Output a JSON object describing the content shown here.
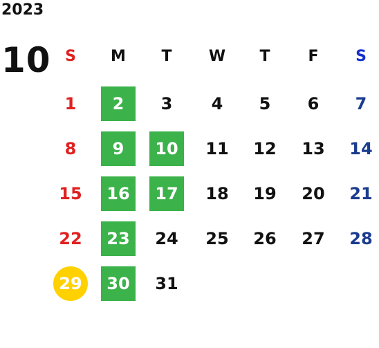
{
  "calendar": {
    "year": "2023",
    "month": "10",
    "weekdays": [
      "S",
      "M",
      "T",
      "W",
      "T",
      "F",
      "S"
    ],
    "colors": {
      "sunday": "#e02020",
      "saturday": "#1a3b8f",
      "highlight_green": "#3bb24a",
      "highlight_yellow": "#ffd100"
    },
    "days": [
      {
        "label": "1",
        "highlight": "none"
      },
      {
        "label": "2",
        "highlight": "green"
      },
      {
        "label": "3",
        "highlight": "none"
      },
      {
        "label": "4",
        "highlight": "none"
      },
      {
        "label": "5",
        "highlight": "none"
      },
      {
        "label": "6",
        "highlight": "none"
      },
      {
        "label": "7",
        "highlight": "none"
      },
      {
        "label": "8",
        "highlight": "none"
      },
      {
        "label": "9",
        "highlight": "green"
      },
      {
        "label": "10",
        "highlight": "green"
      },
      {
        "label": "11",
        "highlight": "none"
      },
      {
        "label": "12",
        "highlight": "none"
      },
      {
        "label": "13",
        "highlight": "none"
      },
      {
        "label": "14",
        "highlight": "none"
      },
      {
        "label": "15",
        "highlight": "none"
      },
      {
        "label": "16",
        "highlight": "green"
      },
      {
        "label": "17",
        "highlight": "green"
      },
      {
        "label": "18",
        "highlight": "none"
      },
      {
        "label": "19",
        "highlight": "none"
      },
      {
        "label": "20",
        "highlight": "none"
      },
      {
        "label": "21",
        "highlight": "none"
      },
      {
        "label": "22",
        "highlight": "none"
      },
      {
        "label": "23",
        "highlight": "green"
      },
      {
        "label": "24",
        "highlight": "none"
      },
      {
        "label": "25",
        "highlight": "none"
      },
      {
        "label": "26",
        "highlight": "none"
      },
      {
        "label": "27",
        "highlight": "none"
      },
      {
        "label": "28",
        "highlight": "none"
      },
      {
        "label": "29",
        "highlight": "yellow-circle"
      },
      {
        "label": "30",
        "highlight": "green"
      },
      {
        "label": "31",
        "highlight": "none"
      }
    ]
  }
}
